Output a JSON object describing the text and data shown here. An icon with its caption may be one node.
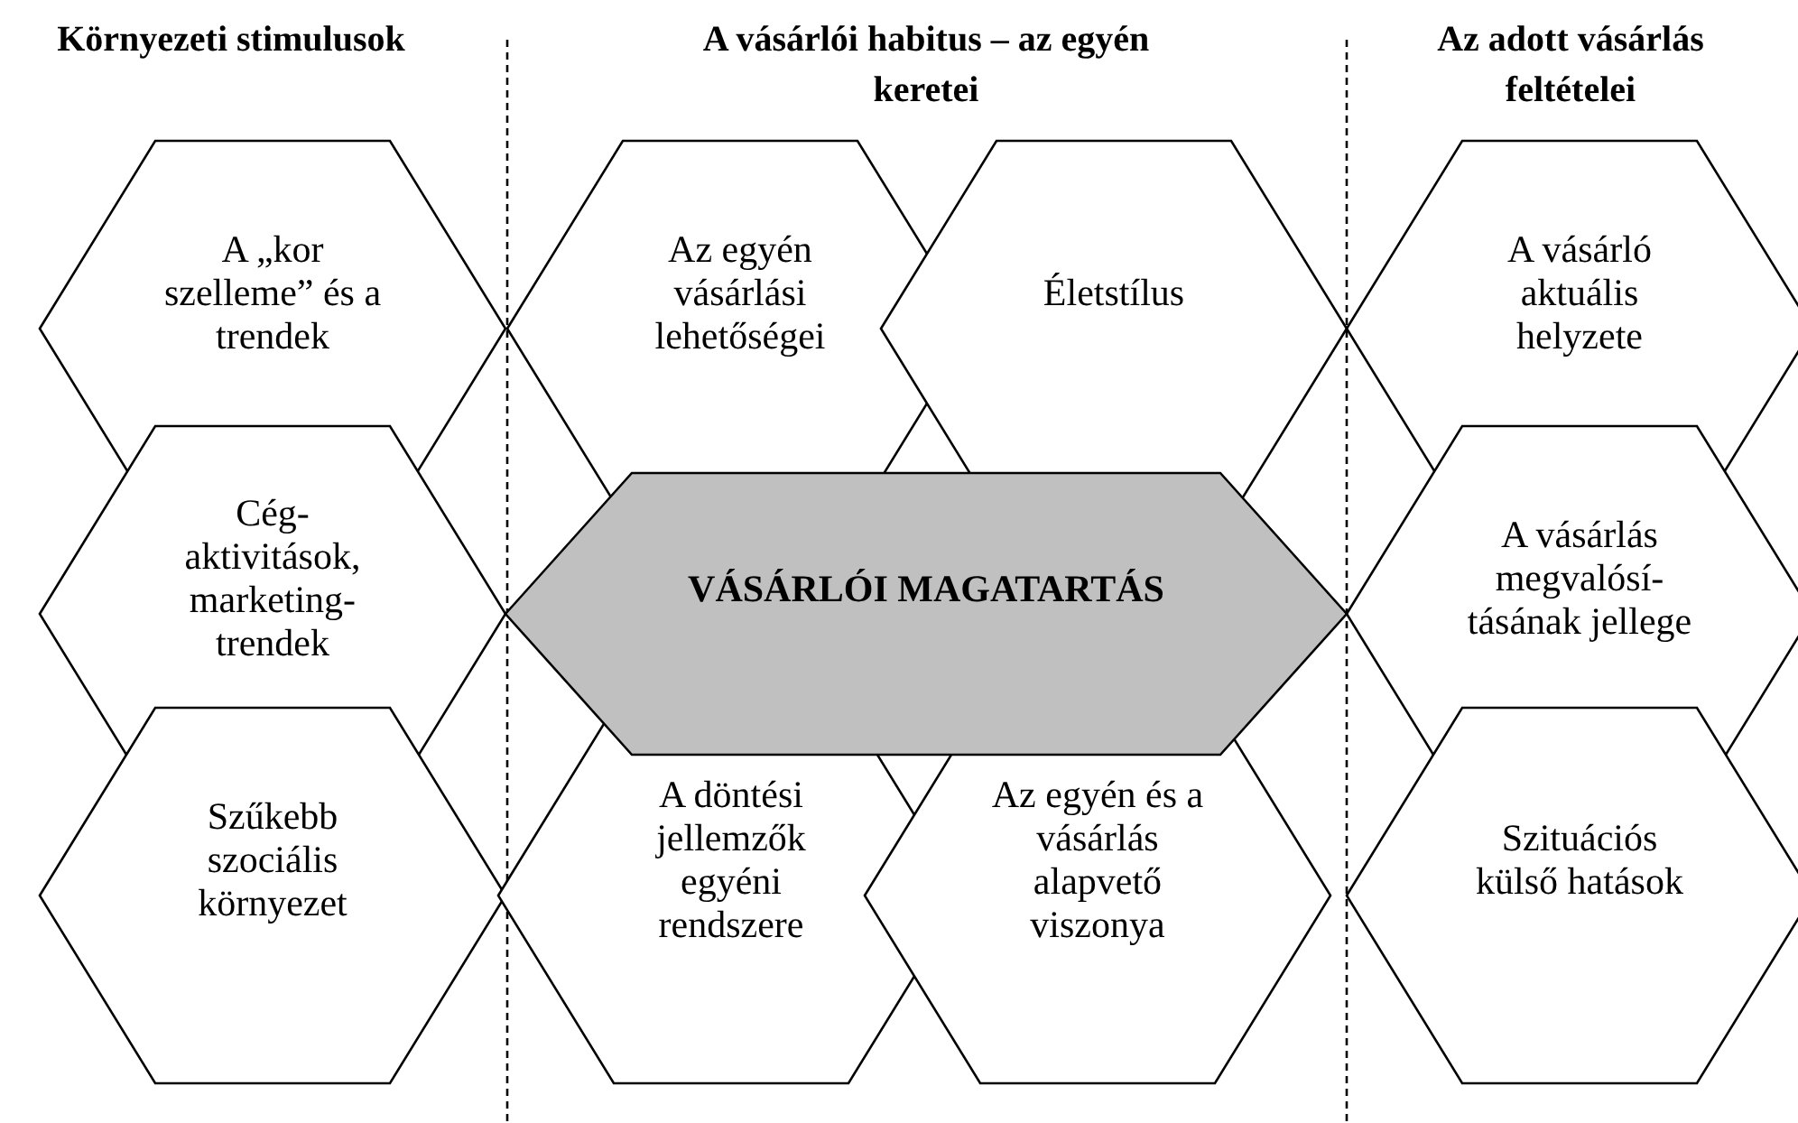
{
  "diagram": {
    "nodes": [
      {
        "text": [
          "A „kor szelleme” és a trendek"
        ]
      },
      {
        "text": [
          "Az egyén vásárlási lehetőségei"
        ]
      },
      {
        "text": [
          "Életstílus"
        ]
      },
      {
        "text": [
          "A vásárló aktuális helyzete"
        ]
      },
      {
        "text": [
          "Cég-aktivitások, marketing-trendek"
        ]
      },
      {
        "text": [
          "VÁSÁRLÓI MAGATARTÁS"
        ]
      },
      {
        "text": [
          "A vásárlás megvalósí-tásának jellege"
        ]
      },
      {
        "text": [
          "Szűkebb szociális környezet"
        ]
      },
      {
        "text": [
          "A döntési jellemzők egyéni rendszere"
        ]
      },
      {
        "text": [
          "Az egyén és a vásárlás alapvető viszonya"
        ]
      },
      {
        "text": [
          "Szituációs külső hatások"
        ]
      }
    ],
    "edges": [],
    "labels": [
      "Környezeti stimulusok",
      "A vásárlói habitus – az egyén keretei",
      "Az adott vásárlás feltételei"
    ]
  }
}
